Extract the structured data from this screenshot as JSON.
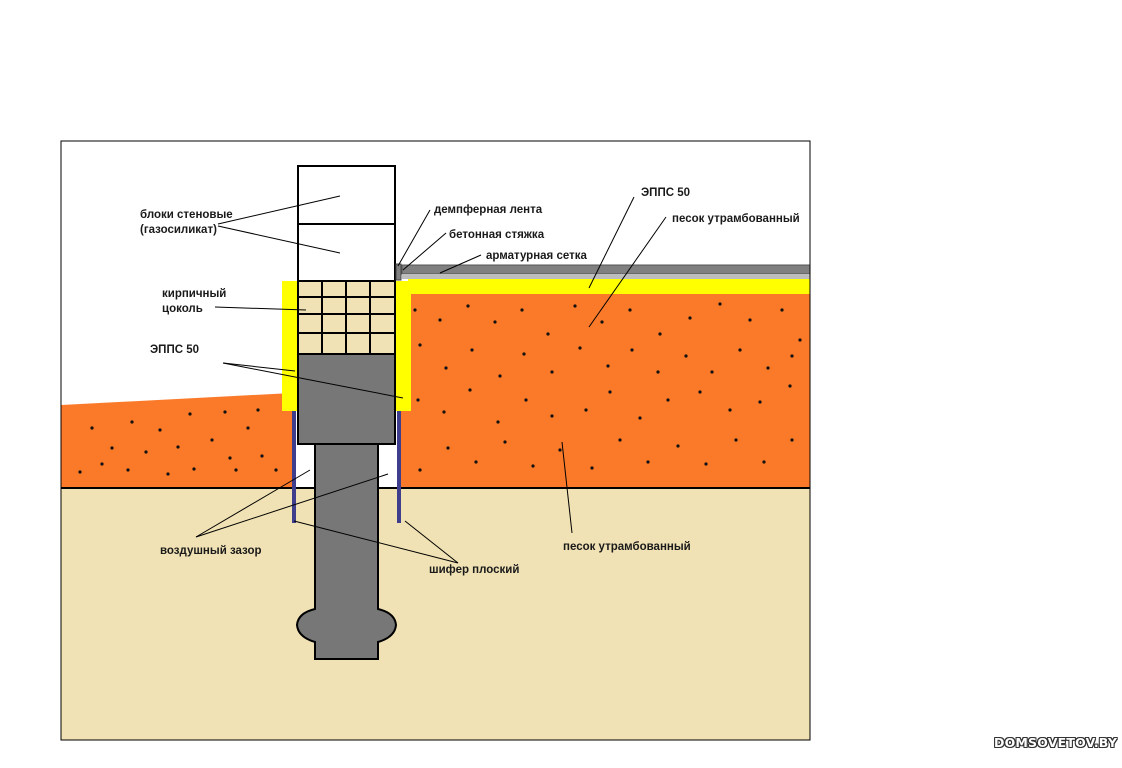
{
  "labels": {
    "blocks_line1": "блоки стеновые",
    "blocks_line2": "(газосиликат)",
    "damper_tape": "демпферная лента",
    "concrete_screed": "бетонная стяжка",
    "rebar_mesh": "арматурная сетка",
    "epps_top": "ЭППС 50",
    "sand_top": "песок утрамбованный",
    "brick_line1": "кирпичный",
    "brick_line2": "цоколь",
    "epps_left": "ЭППС 50",
    "air_gap": "воздушный зазор",
    "slate": "шифер плоский",
    "sand_bottom": "песок утрамбованный"
  },
  "watermark": "DOMSOVETOV.BY",
  "colors": {
    "sand_orange": "#fb7a2a",
    "soil": "#f0e2b4",
    "eps_yellow": "#ffff00",
    "concrete": "#777777",
    "brick": "#f0e2b4",
    "slate_blue": "#3e3e8c",
    "sky": "#ffffff"
  }
}
